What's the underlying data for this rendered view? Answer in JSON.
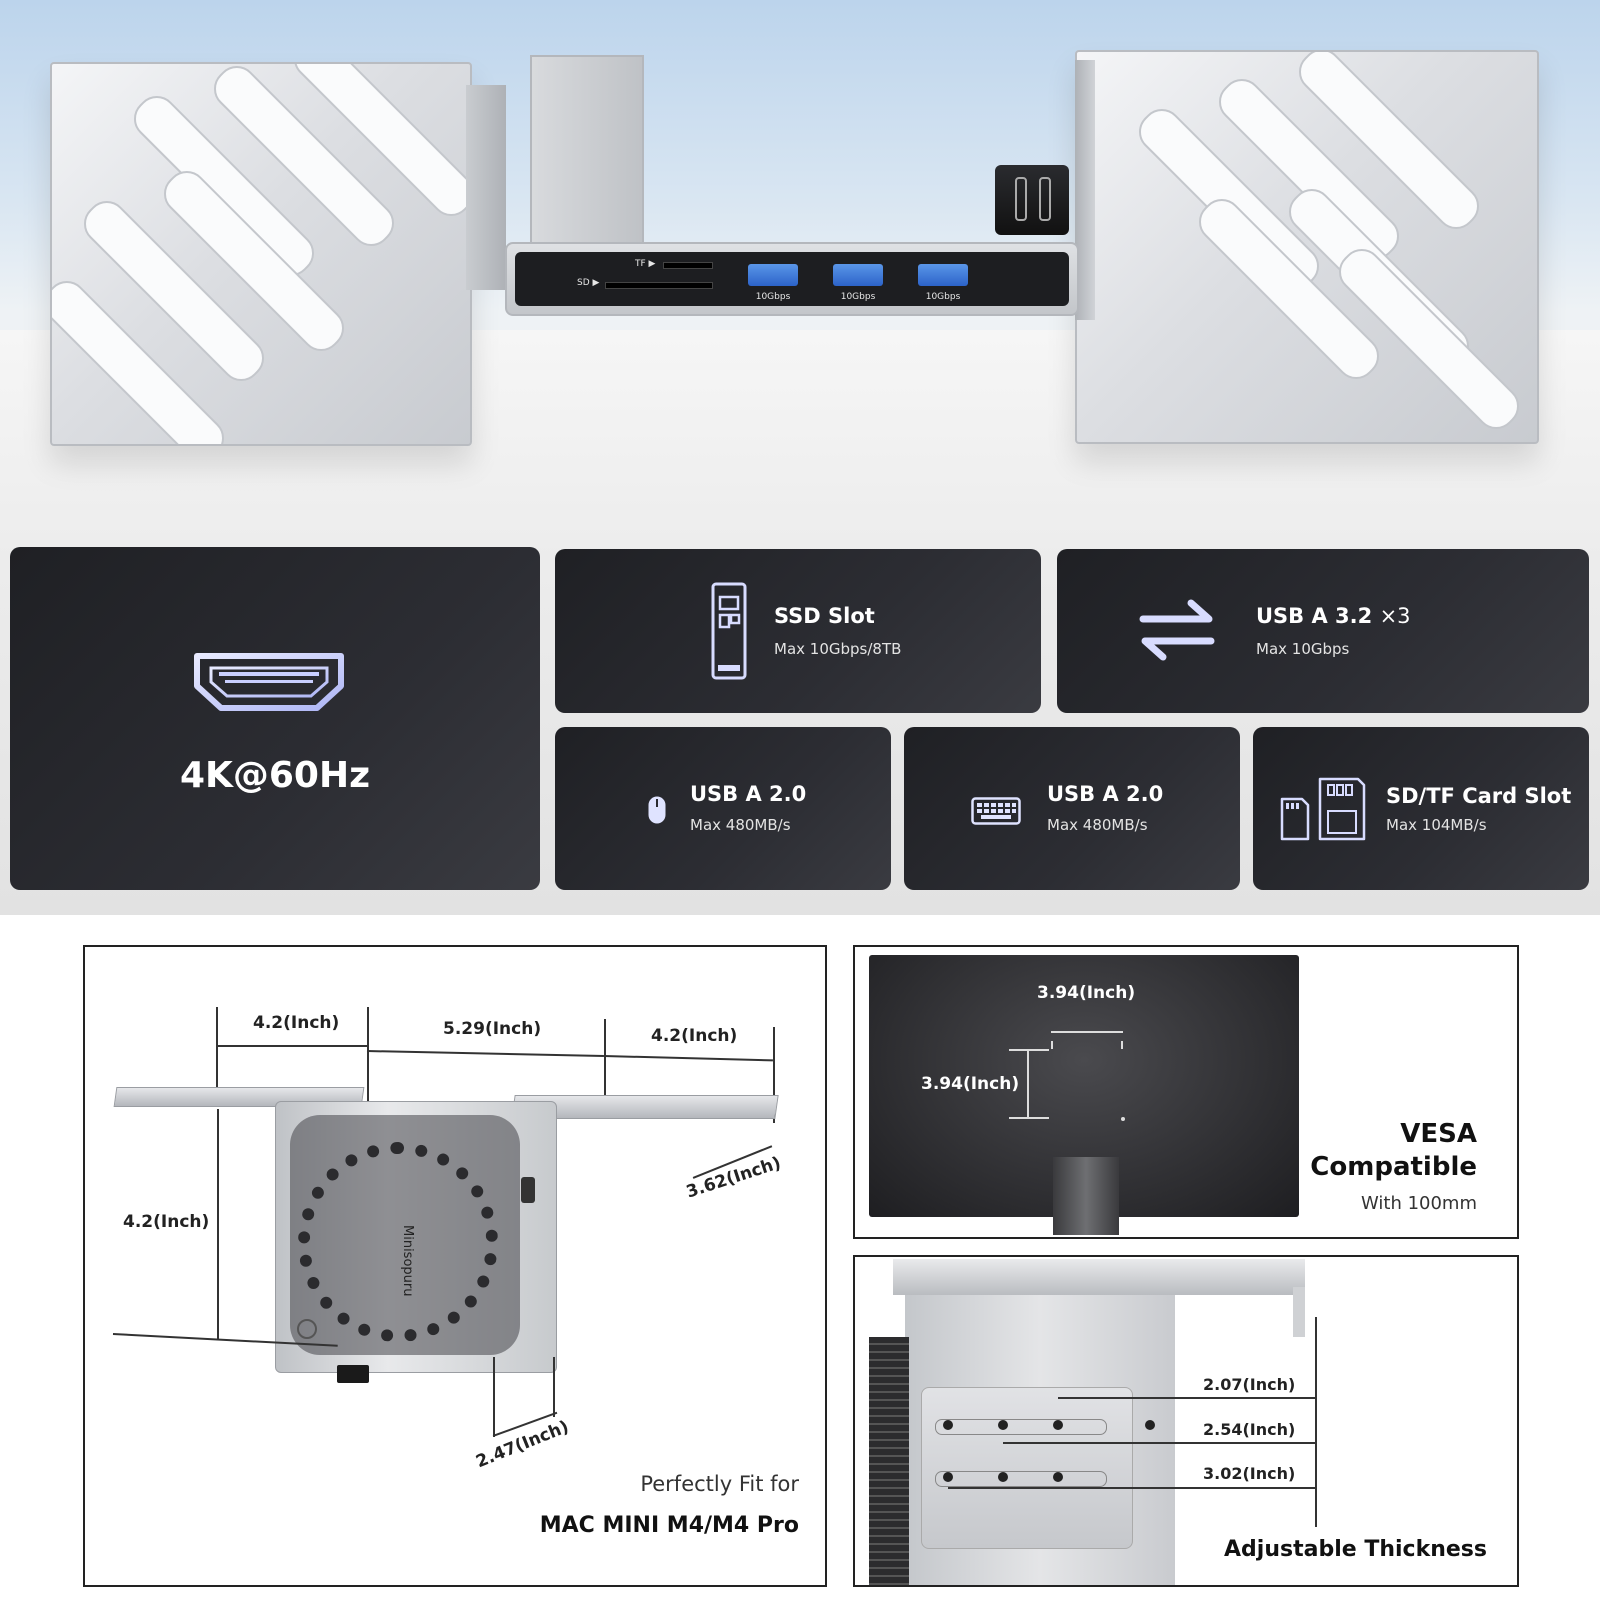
{
  "hero": {
    "card_reader": {
      "tf_label": "TF ▶",
      "sd_label": "SD ▶"
    },
    "usb_ports": [
      {
        "speed": "10Gbps"
      },
      {
        "speed": "10Gbps"
      },
      {
        "speed": "10Gbps"
      }
    ]
  },
  "features": {
    "hdmi": {
      "icon": "hdmi-icon",
      "title": "4K@60Hz"
    },
    "ssd": {
      "icon": "ssd-icon",
      "title": "SSD Slot",
      "subtitle": "Max 10Gbps/8TB"
    },
    "usb32": {
      "icon": "transfer-arrows-icon",
      "title": "USB A 3.2",
      "multiplier": "×3",
      "subtitle": "Max 10Gbps"
    },
    "usb20_mouse": {
      "icon": "mouse-icon",
      "title": "USB A 2.0",
      "subtitle": "Max 480MB/s"
    },
    "usb20_keyboard": {
      "icon": "keyboard-icon",
      "title": "USB A 2.0",
      "subtitle": "Max 480MB/s"
    },
    "sdtf": {
      "icon": "sd-card-icon",
      "title": "SD/TF Card Slot",
      "subtitle": "Max 104MB/s"
    }
  },
  "dimensions_panel": {
    "widths": [
      "4.2(Inch)",
      "5.29(Inch)",
      "4.2(Inch)"
    ],
    "height": "4.2(Inch)",
    "tray_depth": "3.62(Inch)",
    "base_depth": "2.47(Inch)",
    "device_brand": "Minisopuru",
    "caption_line1": "Perfectly Fit for",
    "caption_line2": "MAC MINI M4/M4 Pro"
  },
  "vesa_panel": {
    "horizontal": "3.94(Inch)",
    "vertical": "3.94(Inch)",
    "title_line1": "VESA",
    "title_line2": "Compatible",
    "subtitle": "With 100mm"
  },
  "thickness_panel": {
    "measures": [
      "2.07(Inch)",
      "2.54(Inch)",
      "3.02(Inch)"
    ],
    "caption": "Adjustable Thickness"
  },
  "colors": {
    "tile_dark": "#1f2024",
    "usb_blue": "#3a78dd",
    "icon_lavender": "#c9cfff"
  }
}
